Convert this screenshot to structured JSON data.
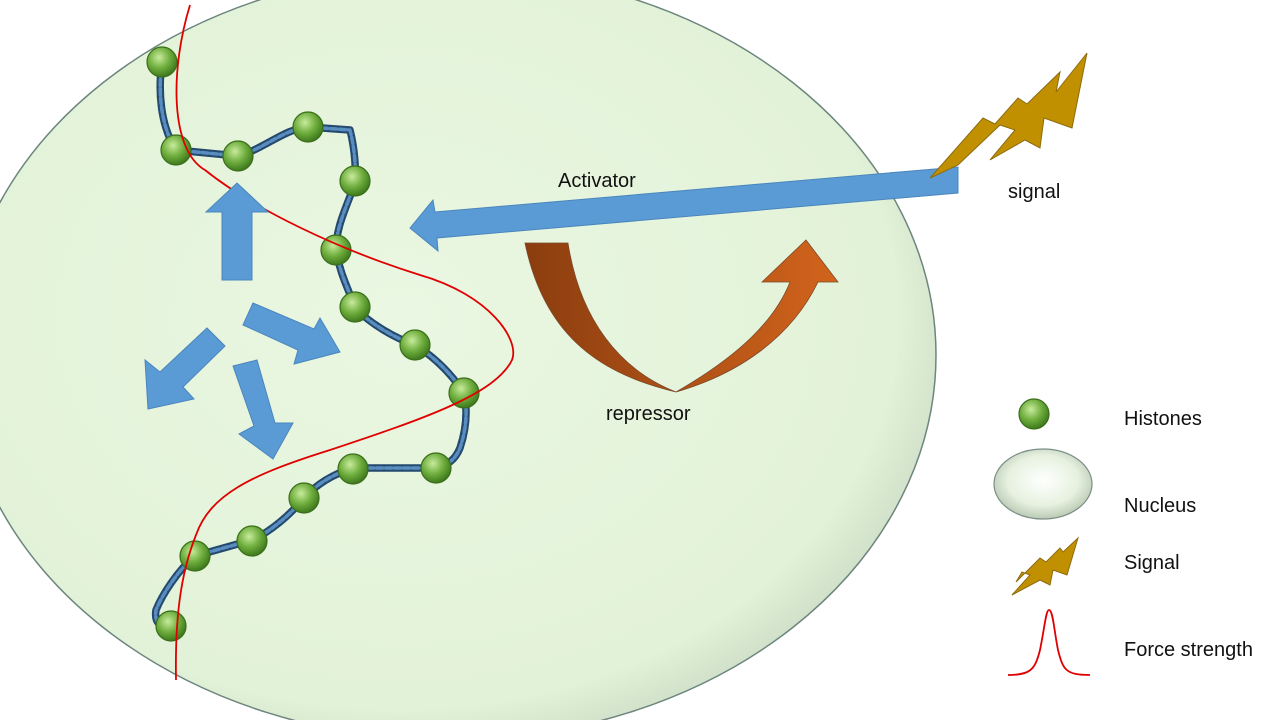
{
  "labels": {
    "activator": "Activator",
    "repressor": "repressor",
    "signal": "signal"
  },
  "legend": {
    "histones": "Histones",
    "nucleus": "Nucleus",
    "signal": "Signal",
    "force_strength": "Force strength"
  },
  "icons": {
    "histone": "green-sphere-icon",
    "nucleus": "ellipse-icon",
    "signal": "lightning-bolt-icon",
    "force_strength": "bell-curve-icon"
  },
  "colors": {
    "nucleus_fill": "#e3f3d9",
    "nucleus_edge": "#7a8f8a",
    "chromatin": "#3f6f9f",
    "histone": "#6fae3e",
    "activator_arrow": "#5b9bd5",
    "repressor_arrow_start": "#8b3d0f",
    "repressor_arrow_end": "#d2641c",
    "signal_bolt": "#c09000",
    "force_curve": "#e00000"
  }
}
